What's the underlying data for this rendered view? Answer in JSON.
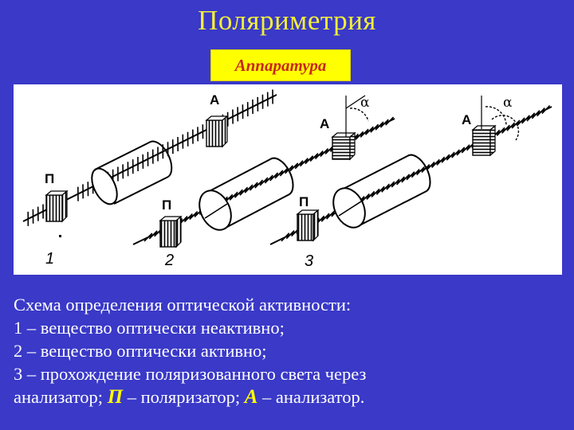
{
  "title": "Поляриметрия",
  "subtitle": "Аппаратура",
  "colors": {
    "background": "#3a39c8",
    "title": "#f2ef3a",
    "subtitle_box": "#ffff00",
    "subtitle_text": "#c8281e",
    "caption_text": "#ffffff",
    "symbol_highlight": "#ffff00"
  },
  "diagram": {
    "labels": {
      "polarizer": "П",
      "analyzer": "А",
      "angle": "α",
      "setup_1": "1",
      "setup_2": "2",
      "setup_3": "3"
    }
  },
  "caption": {
    "heading": "Схема определения оптической активности:",
    "item_1": "1 – вещество оптически неактивно;",
    "item_2": "2 – вещество оптически активно;",
    "item_3": "3 – прохождение поляризованного света через",
    "last_line": {
      "prefix": "анализатор; ",
      "polarizer_symbol": "П",
      "polarizer_text": " – поляризатор; ",
      "analyzer_symbol": "А",
      "analyzer_text": " – анализатор."
    }
  }
}
